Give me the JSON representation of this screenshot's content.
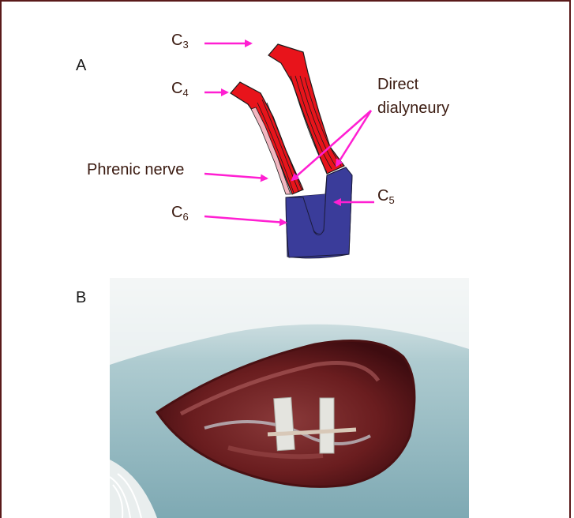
{
  "panels": {
    "a": "A",
    "b": "B"
  },
  "labels": {
    "c3": {
      "letter": "C",
      "index": "3"
    },
    "c4": {
      "letter": "C",
      "index": "4"
    },
    "c5": {
      "letter": "C",
      "index": "5"
    },
    "c6": {
      "letter": "C",
      "index": "6"
    },
    "phrenic_nerve": "Phrenic nerve",
    "direct_line1": "Direct",
    "direct_line2": "dialyneury"
  },
  "colors": {
    "arrow": "#ff1fd2",
    "nerve_red": "#e8141b",
    "nerve_pink": "#f2b6c0",
    "trunk_blue": "#3a3c9a",
    "label_text": "#3a1a10",
    "frame": "#5a1a1a"
  }
}
